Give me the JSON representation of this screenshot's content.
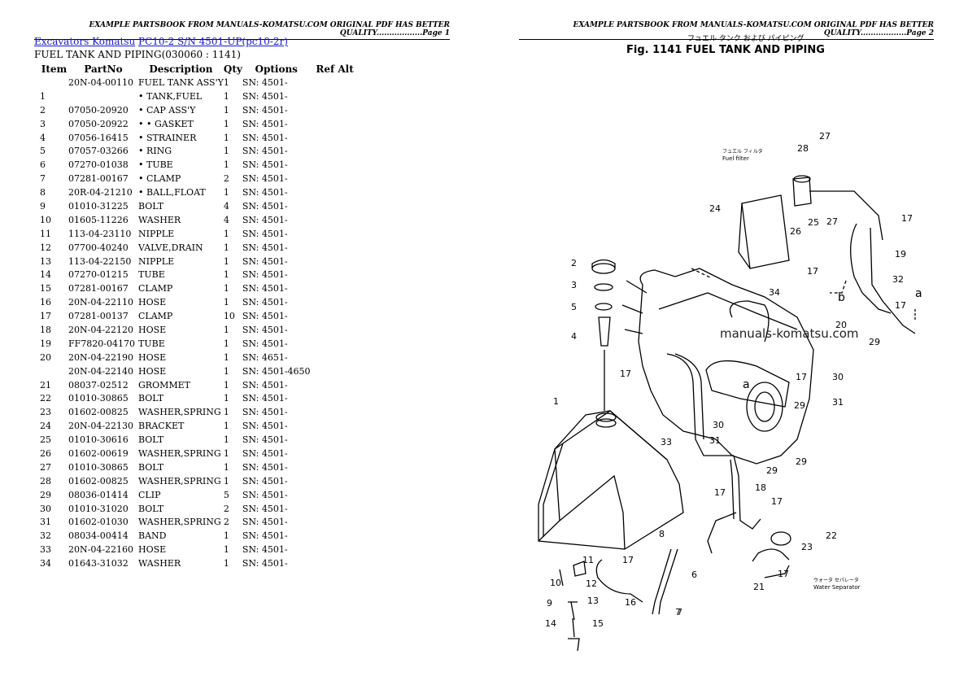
{
  "headers": {
    "left": "EXAMPLE PARTSBOOK FROM MANUALS-KOMATSU.COM ORIGINAL PDF HAS BETTER QUALITY..................Page 1",
    "right": "EXAMPLE PARTSBOOK FROM MANUALS-KOMATSU.COM ORIGINAL PDF HAS BETTER QUALITY..................Page 2"
  },
  "breadcrumb": {
    "link1": "Excavators Komatsu",
    "link2": "PC10-2 S/N 4501-UP(pc10-2r)"
  },
  "section_title": "FUEL TANK AND PIPING(030060 : 1141)",
  "table": {
    "columns": [
      "Item",
      "PartNo",
      "Description",
      "Qty",
      "Options",
      "Ref Alt"
    ],
    "rows": [
      [
        "",
        "20N-04-00110",
        "FUEL TANK ASS'Y",
        "1",
        "SN: 4501-",
        ""
      ],
      [
        "1",
        "",
        "• TANK,FUEL",
        "1",
        "SN: 4501-",
        ""
      ],
      [
        "2",
        "07050-20920",
        "• CAP ASS'Y",
        "1",
        "SN: 4501-",
        ""
      ],
      [
        "3",
        "07050-20922",
        "• • GASKET",
        "1",
        "SN: 4501-",
        ""
      ],
      [
        "4",
        "07056-16415",
        "• STRAINER",
        "1",
        "SN: 4501-",
        ""
      ],
      [
        "5",
        "07057-03266",
        "• RING",
        "1",
        "SN: 4501-",
        ""
      ],
      [
        "6",
        "07270-01038",
        "• TUBE",
        "1",
        "SN: 4501-",
        ""
      ],
      [
        "7",
        "07281-00167",
        "• CLAMP",
        "2",
        "SN: 4501-",
        ""
      ],
      [
        "8",
        "20R-04-21210",
        "• BALL,FLOAT",
        "1",
        "SN: 4501-",
        ""
      ],
      [
        "9",
        "01010-31225",
        "BOLT",
        "4",
        "SN: 4501-",
        ""
      ],
      [
        "10",
        "01605-11226",
        "WASHER",
        "4",
        "SN: 4501-",
        ""
      ],
      [
        "11",
        "113-04-23110",
        "NIPPLE",
        "1",
        "SN: 4501-",
        ""
      ],
      [
        "12",
        "07700-40240",
        "VALVE,DRAIN",
        "1",
        "SN: 4501-",
        ""
      ],
      [
        "13",
        "113-04-22150",
        "NIPPLE",
        "1",
        "SN: 4501-",
        ""
      ],
      [
        "14",
        "07270-01215",
        "TUBE",
        "1",
        "SN: 4501-",
        ""
      ],
      [
        "15",
        "07281-00167",
        "CLAMP",
        "1",
        "SN: 4501-",
        ""
      ],
      [
        "16",
        "20N-04-22110",
        "HOSE",
        "1",
        "SN: 4501-",
        ""
      ],
      [
        "17",
        "07281-00137",
        "CLAMP",
        "10",
        "SN: 4501-",
        ""
      ],
      [
        "18",
        "20N-04-22120",
        "HOSE",
        "1",
        "SN: 4501-",
        ""
      ],
      [
        "19",
        "FF7820-04170",
        "TUBE",
        "1",
        "SN: 4501-",
        ""
      ],
      [
        "20",
        "20N-04-22190",
        "HOSE",
        "1",
        "SN: 4651-",
        ""
      ],
      [
        "",
        "20N-04-22140",
        "HOSE",
        "1",
        "SN: 4501-4650",
        ""
      ],
      [
        "21",
        "08037-02512",
        "GROMMET",
        "1",
        "SN: 4501-",
        ""
      ],
      [
        "22",
        "01010-30865",
        "BOLT",
        "1",
        "SN: 4501-",
        ""
      ],
      [
        "23",
        "01602-00825",
        "WASHER,SPRING",
        "1",
        "SN: 4501-",
        ""
      ],
      [
        "24",
        "20N-04-22130",
        "BRACKET",
        "1",
        "SN: 4501-",
        ""
      ],
      [
        "25",
        "01010-30616",
        "BOLT",
        "1",
        "SN: 4501-",
        ""
      ],
      [
        "26",
        "01602-00619",
        "WASHER,SPRING",
        "1",
        "SN: 4501-",
        ""
      ],
      [
        "27",
        "01010-30865",
        "BOLT",
        "1",
        "SN: 4501-",
        ""
      ],
      [
        "28",
        "01602-00825",
        "WASHER,SPRING",
        "1",
        "SN: 4501-",
        ""
      ],
      [
        "29",
        "08036-01414",
        "CLIP",
        "5",
        "SN: 4501-",
        ""
      ],
      [
        "30",
        "01010-31020",
        "BOLT",
        "2",
        "SN: 4501-",
        ""
      ],
      [
        "31",
        "01602-01030",
        "WASHER,SPRING",
        "2",
        "SN: 4501-",
        ""
      ],
      [
        "32",
        "08034-00414",
        "BAND",
        "1",
        "SN: 4501-",
        ""
      ],
      [
        "33",
        "20N-04-22160",
        "HOSE",
        "1",
        "SN: 4501-",
        ""
      ],
      [
        "34",
        "01643-31032",
        "WASHER",
        "1",
        "SN: 4501-",
        ""
      ]
    ]
  },
  "figure": {
    "japanese_title": "フュエル タンク および パイピング",
    "title": "Fig. 1141   FUEL TANK AND PIPING",
    "watermark": "manuals-komatsu.com",
    "fuel_filter_jp": "フュエル フィルタ",
    "fuel_filter": "Fuel filter",
    "water_sep_jp": "ウォータ セパレータ",
    "water_sep": "Water Separator",
    "callouts": [
      "27",
      "28",
      "24",
      "25",
      "26",
      "27",
      "17",
      "19",
      "17",
      "32",
      "a",
      "17",
      "34",
      "20",
      "29",
      "b",
      "2",
      "3",
      "5",
      "4",
      "17",
      "a",
      "17",
      "30",
      "31",
      "29",
      "1",
      "30",
      "31",
      "33",
      "29",
      "29",
      "17",
      "18",
      "17",
      "8",
      "7",
      "22",
      "23",
      "11",
      "17",
      "10",
      "12",
      "16",
      "6",
      "9",
      "13",
      "14",
      "15",
      "7",
      "21",
      "17"
    ]
  }
}
